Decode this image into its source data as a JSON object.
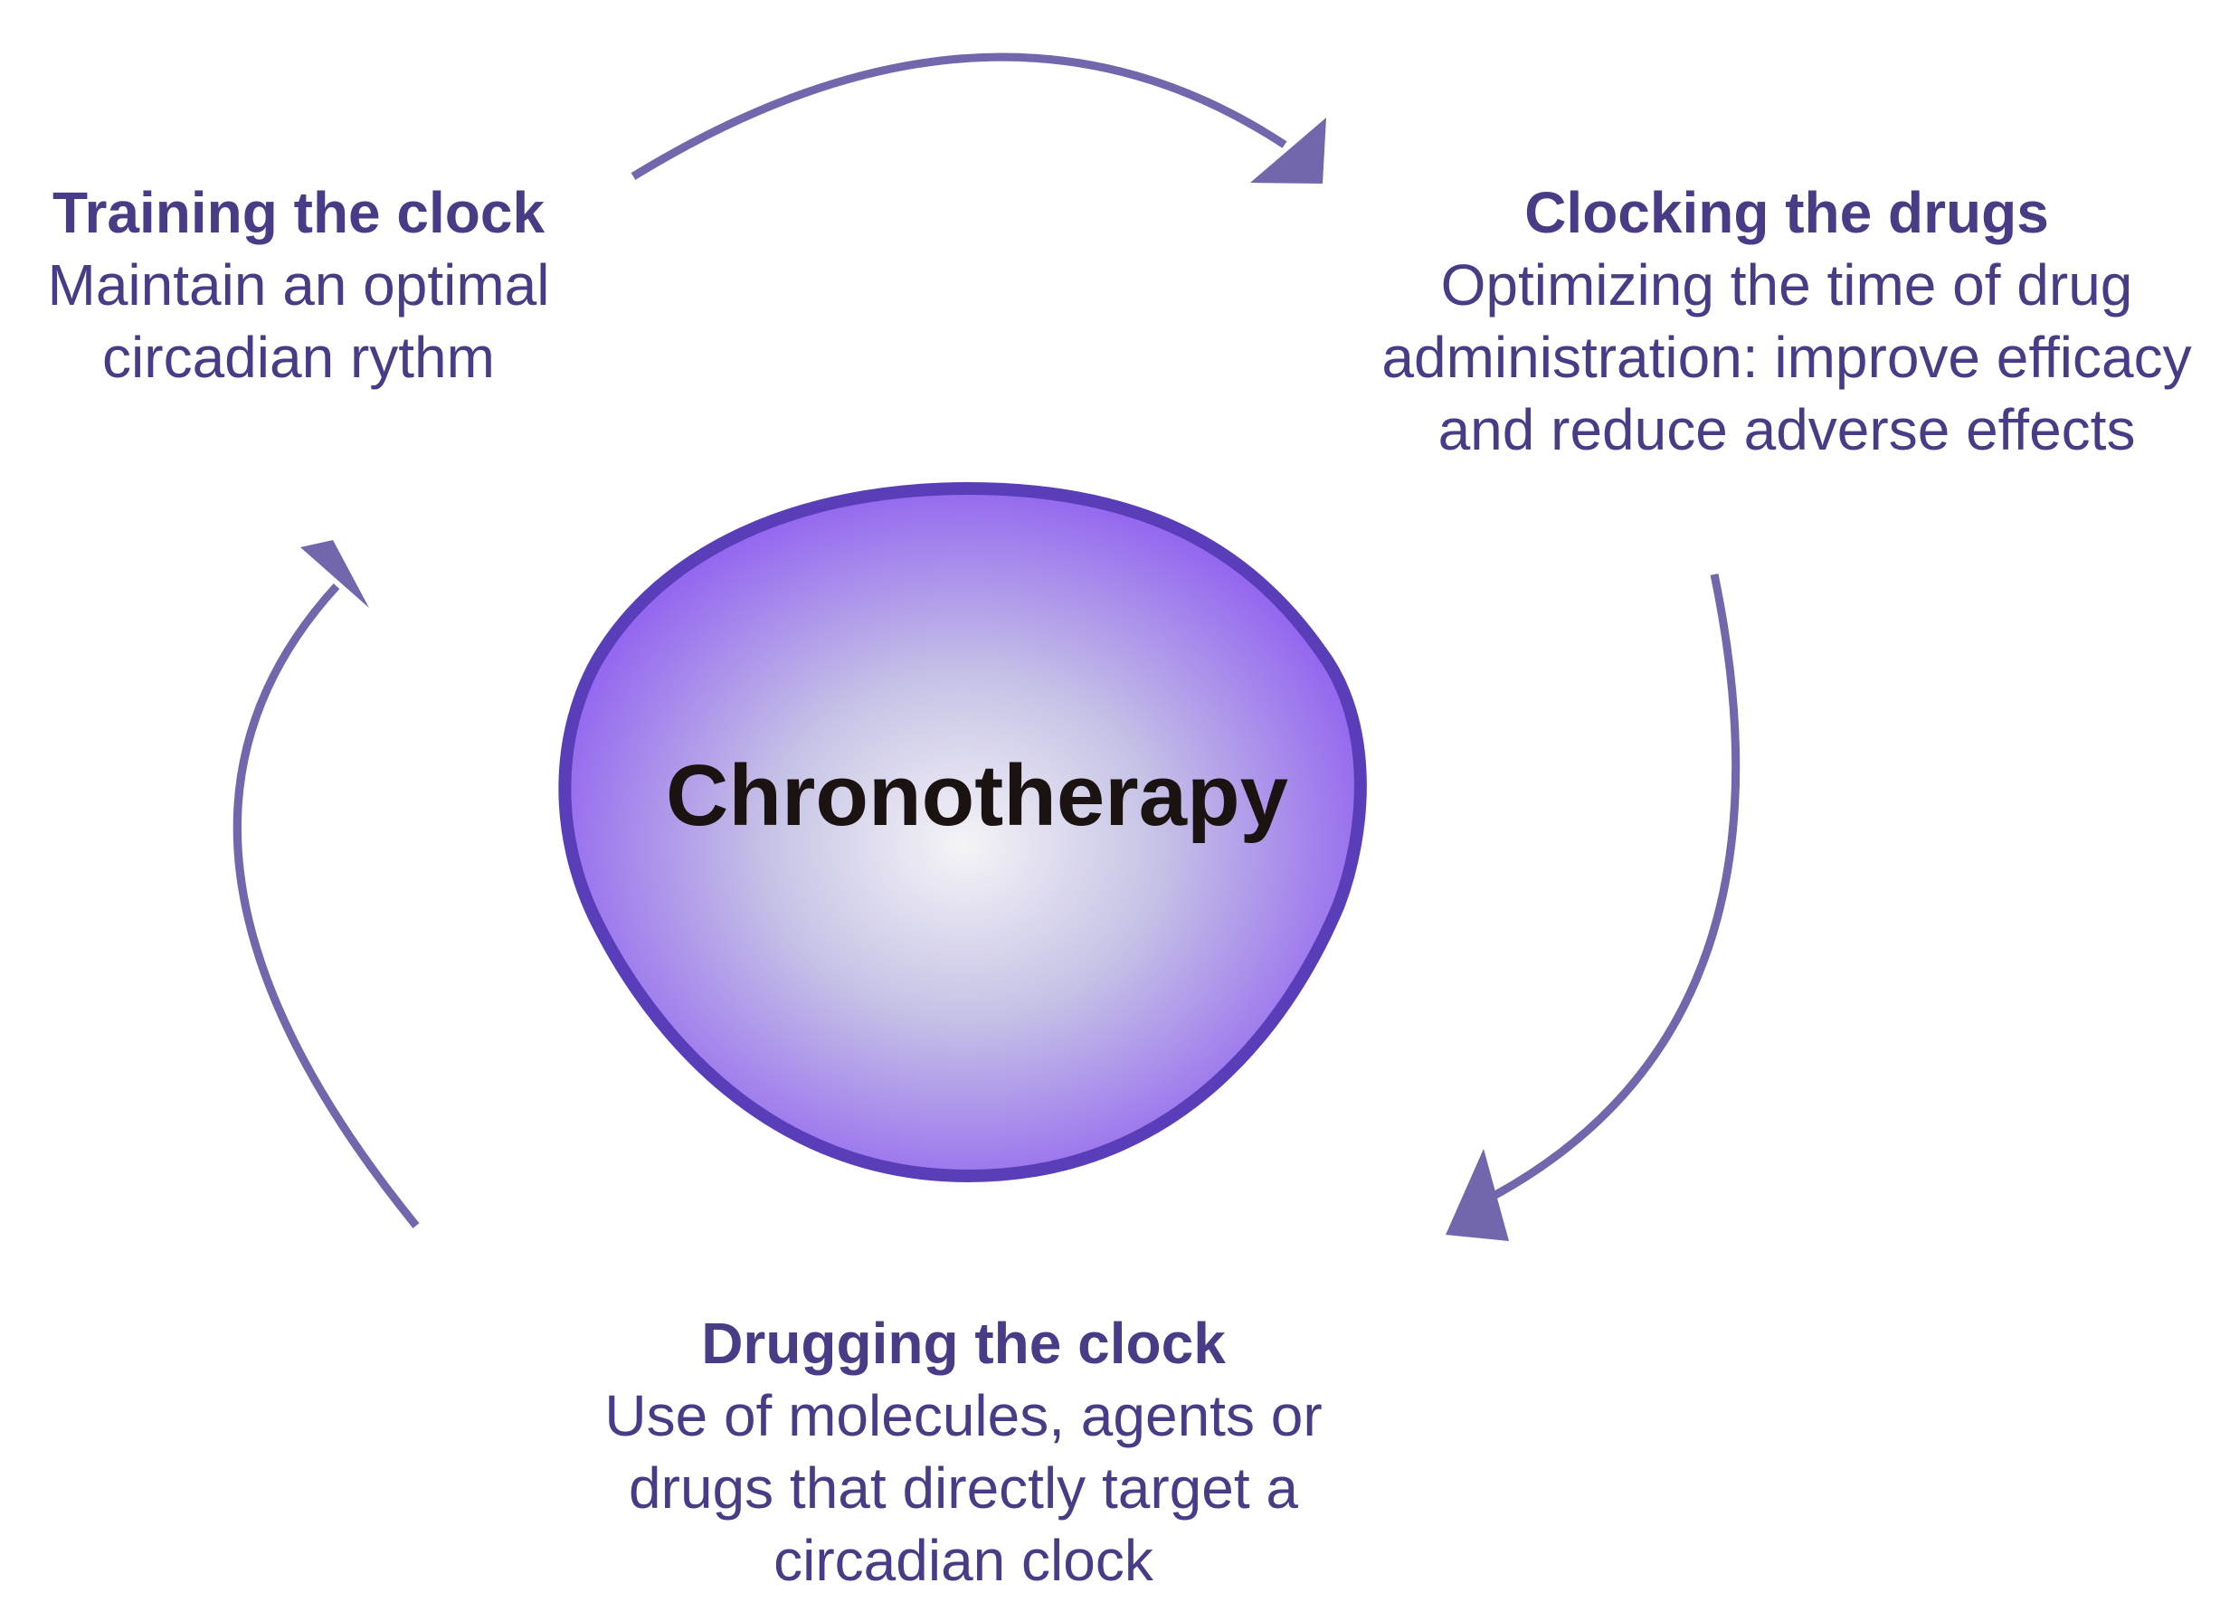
{
  "center": {
    "label": "Chronotherapy"
  },
  "blocks": {
    "training": {
      "title": "Training the clock",
      "lines": [
        "Maintain an optimal",
        "circadian rythm"
      ]
    },
    "clocking": {
      "title": "Clocking the drugs",
      "lines": [
        "Optimizing the time of drug",
        "administration: improve efficacy",
        "and reduce adverse effects"
      ]
    },
    "drugging": {
      "title": "Drugging the clock",
      "lines": [
        "Use of molecules, agents or",
        "drugs that directly target a",
        "circadian clock"
      ]
    }
  },
  "colors": {
    "arrow": "#7266ac",
    "text": "#4a3b86",
    "blob_edge": "#5a3db8",
    "blob_fill_outer": "#8f5ff0",
    "blob_fill_inner": "#f4f4f6",
    "center_text": "#1b1212"
  }
}
